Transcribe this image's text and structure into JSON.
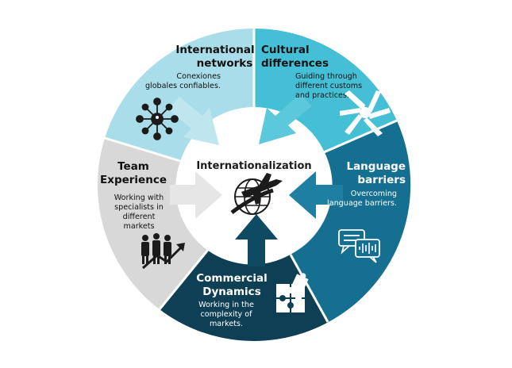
{
  "center": {
    "title": "Internationalization",
    "icon": "globe-airplane-icon"
  },
  "segments": [
    {
      "id": "international-networks",
      "title_lines": [
        "International",
        "networks"
      ],
      "desc_lines": [
        "Conexiones",
        "globales confiables."
      ],
      "color": "#a9dde9",
      "icon": "network-icon"
    },
    {
      "id": "cultural-differences",
      "title_lines": [
        "Cultural",
        "differences"
      ],
      "desc_lines": [
        "Guiding through",
        "different customs",
        "and practices."
      ],
      "color": "#44bfd5",
      "icon": "hands-together-icon"
    },
    {
      "id": "language-barriers",
      "title_lines": [
        "Language",
        "barriers"
      ],
      "desc_lines": [
        "Overcoming",
        "language barriers."
      ],
      "color": "#156f91",
      "icon": "chat-bubbles-icon"
    },
    {
      "id": "commercial-dynamics",
      "title_lines": [
        "Commercial",
        "Dynamics"
      ],
      "desc_lines": [
        "Working in the",
        "complexity of",
        "markets."
      ],
      "color": "#0e3f55",
      "icon": "puzzle-icon"
    },
    {
      "id": "team-experience",
      "title_lines": [
        "Team",
        "Experience"
      ],
      "desc_lines": [
        "Working with",
        "specialists in",
        "different",
        "markets"
      ],
      "color": "#d8d8d8",
      "icon": "team-growth-icon"
    }
  ]
}
